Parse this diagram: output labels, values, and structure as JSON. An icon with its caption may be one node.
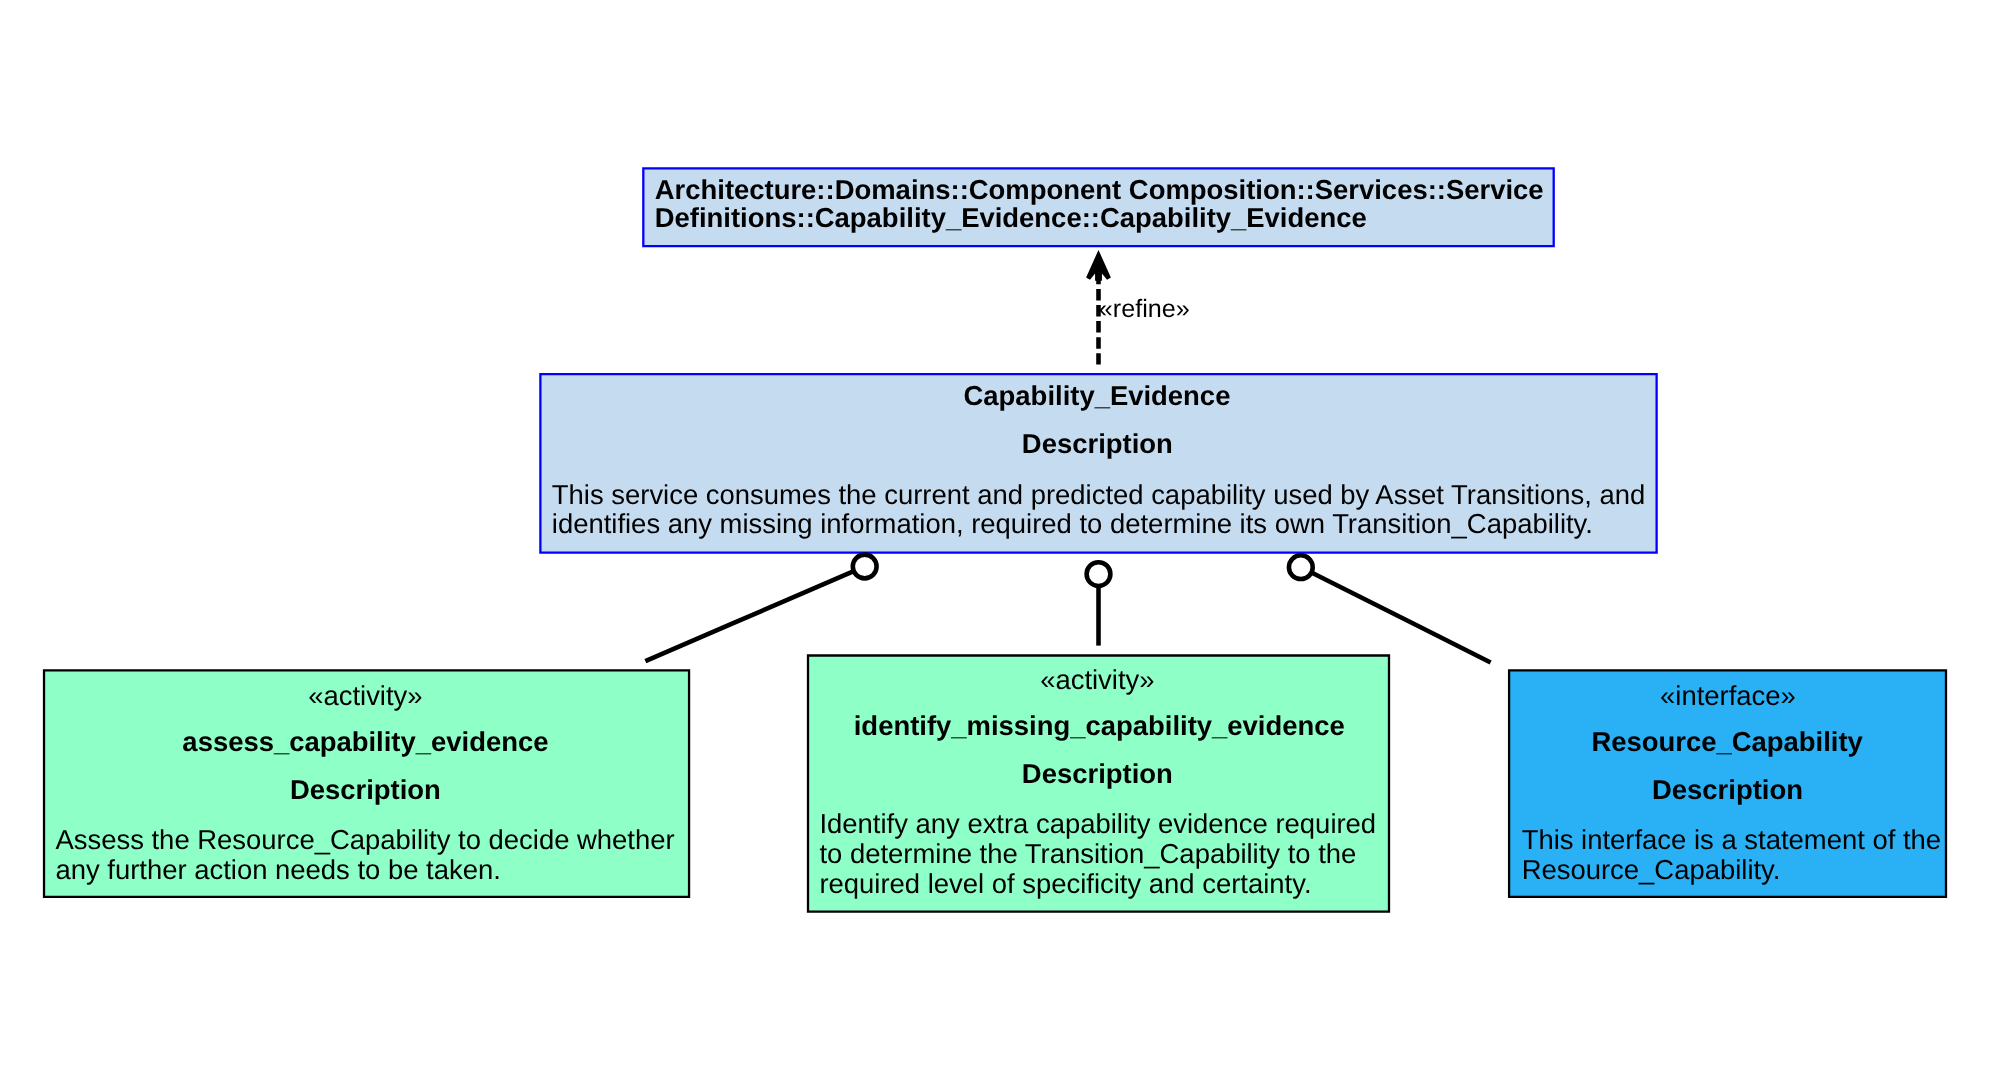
{
  "diagram": {
    "nodes": [
      {
        "text": [
          "Architecture::Domains::Component Composition::Services::Service Definitions::Capability_Evidence::Capability_Evidence"
        ]
      },
      {
        "text": [
          "Capability_Evidence",
          "Description",
          "This service consumes the current and predicted capability used by Asset Transitions, and identifies any missing information, required to determine its own Transition_Capability."
        ]
      },
      {
        "text": [
          "«activity»",
          "assess_capability_evidence",
          "Description",
          "Assess the Resource_Capability to decide whether any further action needs to be taken."
        ]
      },
      {
        "text": [
          "«activity»",
          "identify_missing_capability_evidence",
          "Description",
          "Identify any extra capability evidence required to determine the Transition_Capability to the required level of specificity and certainty."
        ]
      },
      {
        "text": [
          "«interface»",
          "Resource_Capability",
          "Description",
          "This interface is a statement of the Resource_Capability."
        ]
      }
    ],
    "edges": [
      {
        "from": 1,
        "to": 0,
        "arrow": "to",
        "style": "dashed",
        "label": "«refine»"
      },
      {
        "from": 2,
        "to": 1,
        "arrow": "other"
      },
      {
        "from": 3,
        "to": 1,
        "arrow": "other"
      },
      {
        "from": 4,
        "to": 1,
        "arrow": "other"
      }
    ]
  }
}
